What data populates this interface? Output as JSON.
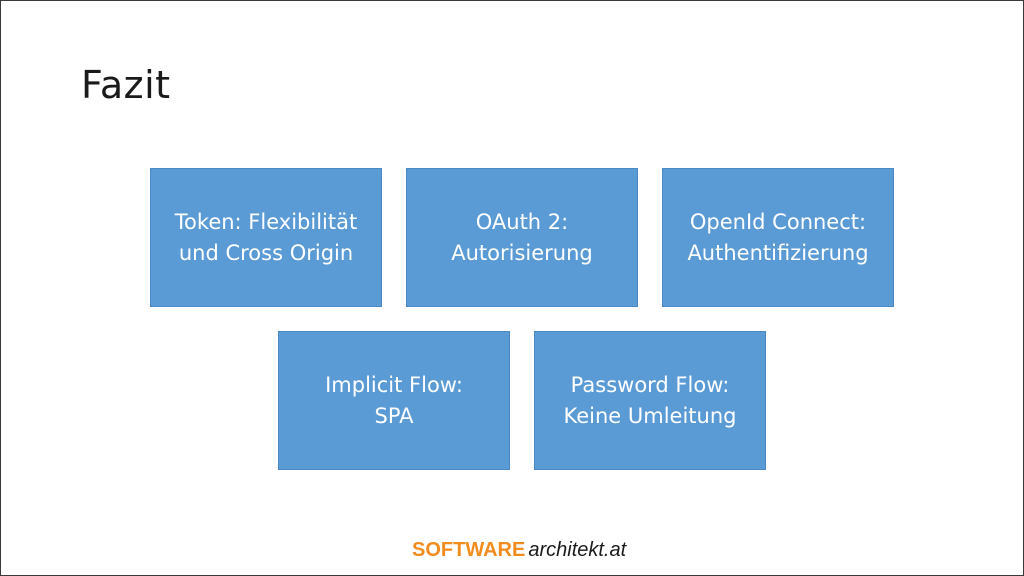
{
  "slide": {
    "title": "Fazit",
    "boxes": [
      {
        "text": "Token: Flexibilität\nund Cross Origin"
      },
      {
        "text": "OAuth 2:\nAutorisierung"
      },
      {
        "text": "OpenId Connect:\nAuthentifizierung"
      },
      {
        "text": "Implicit Flow:\nSPA"
      },
      {
        "text": "Password Flow:\nKeine Umleitung"
      }
    ],
    "box_color": "#5b9bd5"
  },
  "footer": {
    "logo_brand": "SOFTWARE",
    "logo_tail": "architekt.at",
    "brand_color": "#f28c1e"
  }
}
